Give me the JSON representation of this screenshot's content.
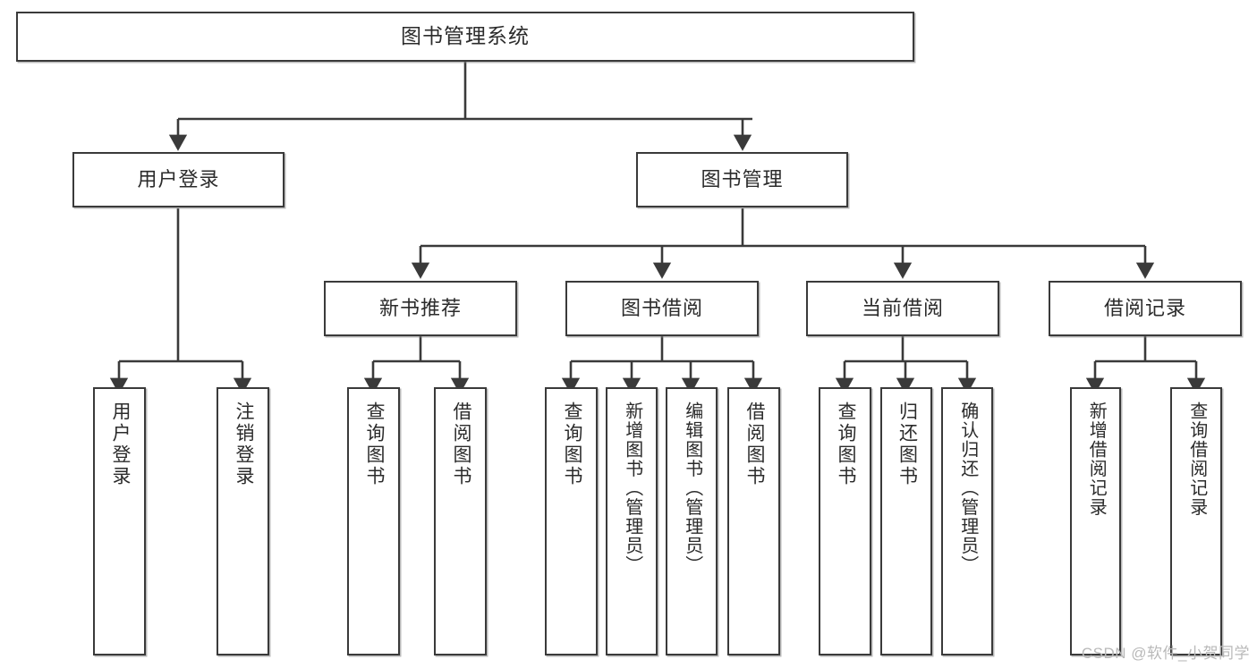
{
  "diagram": {
    "title": "图书管理系统",
    "type": "tree-hierarchy-chart",
    "watermark": "CSDN @软件_小贺同学",
    "colors": {
      "background": "#ffffff",
      "box_border": "#3a3a3a",
      "box_fill": "#ffffff",
      "text": "#2b2b2b",
      "connector": "#3a3a3a",
      "watermark": "#b9b9b9"
    }
  },
  "nodes": {
    "root": {
      "label": "图书管理系统"
    },
    "branches": [
      {
        "id": "user-login",
        "label": "用户登录"
      },
      {
        "id": "book-manage",
        "label": "图书管理"
      }
    ],
    "subs": [
      {
        "id": "new-book-rec",
        "label": "新书推荐"
      },
      {
        "id": "book-borrow",
        "label": "图书借阅"
      },
      {
        "id": "current-borrow",
        "label": "当前借阅"
      },
      {
        "id": "borrow-record",
        "label": "借阅记录"
      }
    ],
    "leaves": [
      {
        "id": "leaf-user-login",
        "label": "用户登录",
        "parent": "user-login"
      },
      {
        "id": "leaf-user-logout",
        "label": "注销登录",
        "parent": "user-login"
      },
      {
        "id": "leaf-query-book-1",
        "label": "查询图书",
        "parent": "new-book-rec"
      },
      {
        "id": "leaf-borrow-book-1",
        "label": "借阅图书",
        "parent": "new-book-rec"
      },
      {
        "id": "leaf-query-book-2",
        "label": "查询图书",
        "parent": "book-borrow"
      },
      {
        "id": "leaf-add-book",
        "label": "新增图书（管理员）",
        "parent": "book-borrow"
      },
      {
        "id": "leaf-edit-book",
        "label": "编辑图书（管理员）",
        "parent": "book-borrow"
      },
      {
        "id": "leaf-borrow-book-2",
        "label": "借阅图书",
        "parent": "book-borrow"
      },
      {
        "id": "leaf-query-book-3",
        "label": "查询图书",
        "parent": "current-borrow"
      },
      {
        "id": "leaf-return-book",
        "label": "归还图书",
        "parent": "current-borrow"
      },
      {
        "id": "leaf-confirm-return",
        "label": "确认归还（管理员）",
        "parent": "current-borrow"
      },
      {
        "id": "leaf-add-record",
        "label": "新增借阅记录",
        "parent": "borrow-record"
      },
      {
        "id": "leaf-query-record",
        "label": "查询借阅记录",
        "parent": "borrow-record"
      }
    ]
  }
}
